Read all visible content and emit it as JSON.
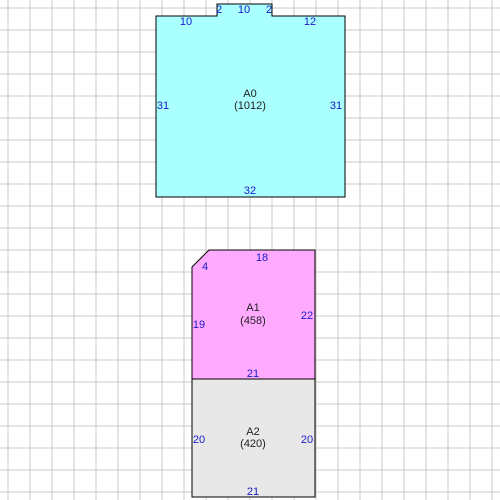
{
  "colors": {
    "grid": "#c8c8c8",
    "outline": "#000000",
    "dimension_text": "#1a1acc",
    "label_text": "#222222",
    "A0_fill": "#aaffff",
    "A1_fill": "#ffaaff",
    "A2_fill": "#e8e8e8"
  },
  "areas": [
    {
      "id": "A0",
      "name": "A0",
      "area": "(1012)",
      "dimensions": [
        "10",
        "2",
        "10",
        "2",
        "12",
        "31",
        "31",
        "32"
      ]
    },
    {
      "id": "A1",
      "name": "A1",
      "area": "(458)",
      "dimensions": [
        "4",
        "18",
        "19",
        "22",
        "21"
      ]
    },
    {
      "id": "A2",
      "name": "A2",
      "area": "(420)",
      "dimensions": [
        "20",
        "20",
        "21"
      ]
    }
  ]
}
